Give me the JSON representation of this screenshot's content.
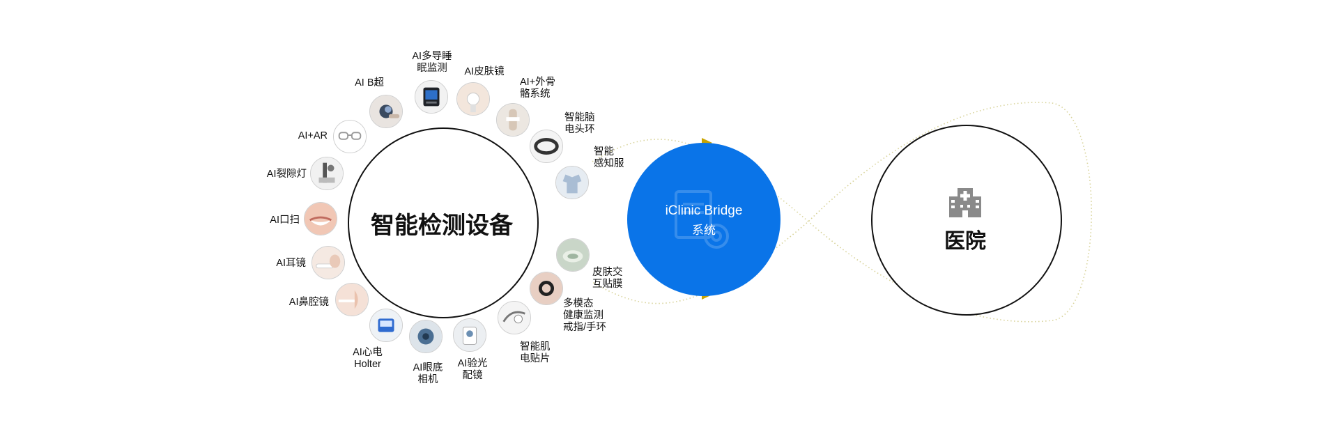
{
  "center_left": {
    "title": "智能检测设备"
  },
  "bridge": {
    "name": "iClinic Bridge",
    "sub": "系统"
  },
  "center_right": {
    "title": "医院",
    "icon": "hospital-icon"
  },
  "colors": {
    "bridge_blue": "#0a74e8",
    "arrow_gold": "#c9a400",
    "loop_dots": "#d8d39a"
  },
  "devices": [
    {
      "label": "AI B超",
      "icon": "ultrasound-probe"
    },
    {
      "label": "AI多导睡\n眠监测",
      "icon": "sleep-monitor"
    },
    {
      "label": "AI皮肤镜",
      "icon": "dermatoscope"
    },
    {
      "label": "AI+外骨\n骼系统",
      "icon": "exoskeleton"
    },
    {
      "label": "智能脑\n电头环",
      "icon": "eeg-headband"
    },
    {
      "label": "智能\n感知服",
      "icon": "smart-clothing"
    },
    {
      "label": "AI+AR",
      "icon": "ar-glasses"
    },
    {
      "label": "AI裂隙灯",
      "icon": "slit-lamp"
    },
    {
      "label": "AI口扫",
      "icon": "oral-scanner"
    },
    {
      "label": "AI耳镜",
      "icon": "otoscope"
    },
    {
      "label": "AI鼻腔镜",
      "icon": "nasal-endoscope"
    },
    {
      "label": "AI心电\nHolter",
      "icon": "holter-monitor"
    },
    {
      "label": "AI眼底\n相机",
      "icon": "fundus-camera"
    },
    {
      "label": "AI验光\n配镜",
      "icon": "refractometer"
    },
    {
      "label": "智能肌\n电贴片",
      "icon": "emg-patch"
    },
    {
      "label": "多模态\n健康监测\n戒指/手环",
      "icon": "smart-ring"
    },
    {
      "label": "皮肤交\n互贴膜",
      "icon": "skin-patch"
    }
  ]
}
